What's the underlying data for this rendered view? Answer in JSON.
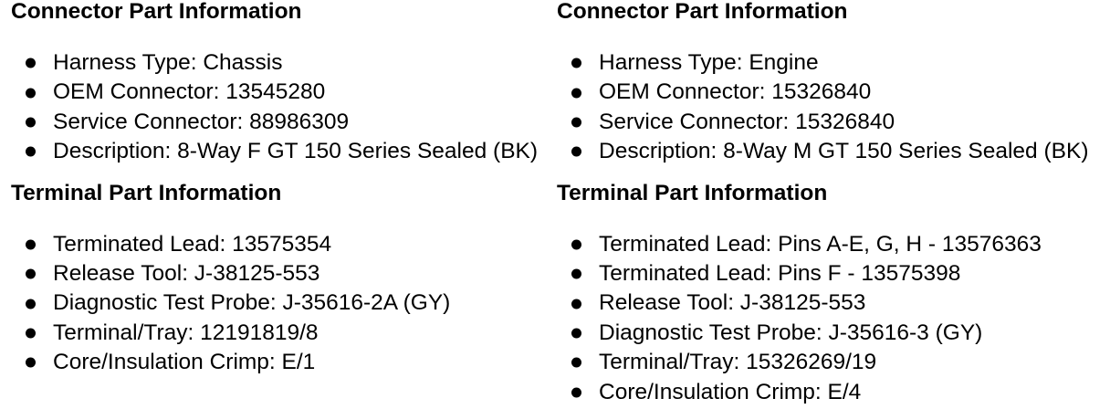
{
  "colors": {
    "text": "#000000",
    "background": "#ffffff"
  },
  "columns": [
    {
      "sections": [
        {
          "title": "Connector Part Information",
          "items": [
            "Harness Type: Chassis",
            "OEM Connector: 13545280",
            "Service Connector: 88986309",
            "Description: 8-Way F GT 150 Series Sealed (BK)"
          ]
        },
        {
          "title": "Terminal Part Information",
          "items": [
            "Terminated Lead: 13575354",
            "Release Tool: J-38125-553",
            "Diagnostic Test Probe: J-35616-2A (GY)",
            "Terminal/Tray: 12191819/8",
            "Core/Insulation Crimp: E/1"
          ]
        }
      ]
    },
    {
      "sections": [
        {
          "title": "Connector Part Information",
          "items": [
            "Harness Type: Engine",
            "OEM Connector: 15326840",
            "Service Connector: 15326840",
            "Description: 8-Way M GT 150 Series Sealed (BK)"
          ]
        },
        {
          "title": "Terminal Part Information",
          "items": [
            "Terminated Lead: Pins A-E, G, H - 13576363",
            "Terminated Lead: Pins F - 13575398",
            "Release Tool: J-38125-553",
            "Diagnostic Test Probe: J-35616-3 (GY)",
            "Terminal/Tray: 15326269/19",
            "Core/Insulation Crimp: E/4"
          ]
        }
      ]
    }
  ]
}
